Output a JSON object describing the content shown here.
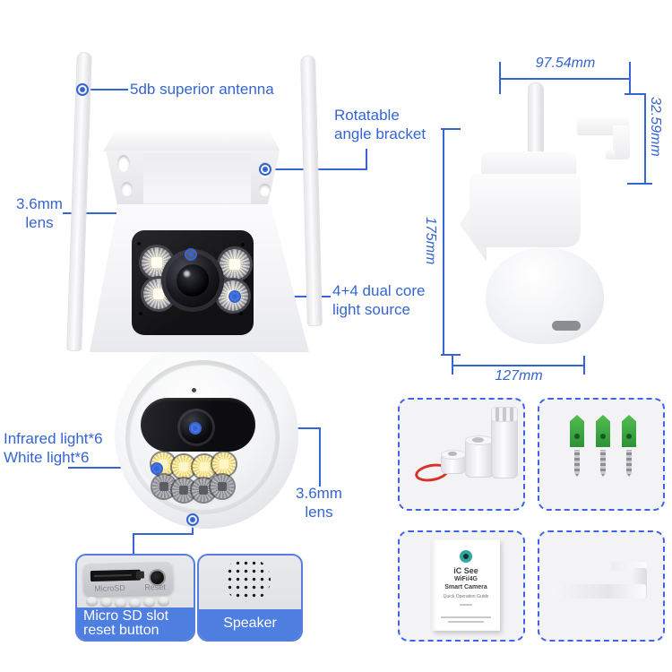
{
  "product": "dual-lens ptz security camera spec sheet",
  "colors": {
    "accent_blue": "#3565d2",
    "panel_band_blue": "#4d7ee0",
    "dashed_box_blue": "#3e63e6",
    "anchor_green": "#3fae3f",
    "seal_red": "#da3127",
    "manual_logo_teal": "#2fa69e"
  },
  "callouts": {
    "antenna": "5db superior antenna",
    "bracket_l1": "Rotatable",
    "bracket_l2": "angle bracket",
    "lens_top_l1": "3.6mm",
    "lens_top_l2": "lens",
    "light_l1": "4+4 dual core",
    "light_l2": "light source",
    "ir_l1": "Infrared light*6",
    "ir_l2": "White light*6",
    "lens_bottom_l1": "3.6mm",
    "lens_bottom_l2": "lens"
  },
  "dimensions": {
    "top_width": "97.54mm",
    "bracket_drop": "32.59mm",
    "body_height": "175mm",
    "base_depth": "127mm"
  },
  "panels": {
    "sd": {
      "l1": "Micro SD slot",
      "l2": "reset button",
      "embossed_slot": "MicroSD",
      "embossed_reset": "Reset"
    },
    "speaker": {
      "label": "Speaker"
    }
  },
  "manual": {
    "brand": "iC See",
    "sub1": "WiFi/4G",
    "sub2": "Smart Camera",
    "sub3": "Quick Operation Guide"
  },
  "icons": {
    "markers": "callout-target-ring-icon",
    "speaker_pattern": "speaker-hole-grid-icon"
  }
}
